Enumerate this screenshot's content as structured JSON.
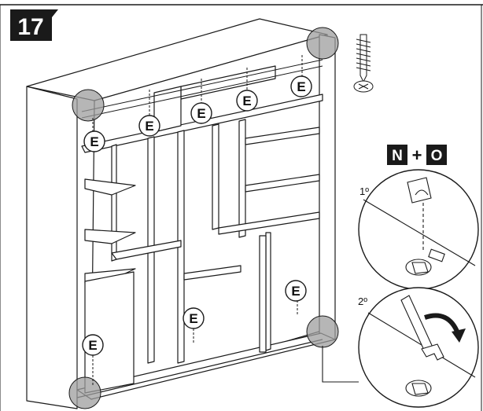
{
  "step": {
    "number": "17"
  },
  "part_label": "E",
  "fitting": {
    "left": "N",
    "plus": "+",
    "right": "O"
  },
  "detail_steps": {
    "first": "1º",
    "second": "2º"
  },
  "icons": {
    "screw": "screw-icon",
    "wrench": "wrench-icon",
    "rotate_arrow": "rotate-arrow-icon"
  },
  "colors": {
    "badge": "#1a1a1a",
    "highlight": "#9e9e9e",
    "line": "#1a1a1a"
  }
}
